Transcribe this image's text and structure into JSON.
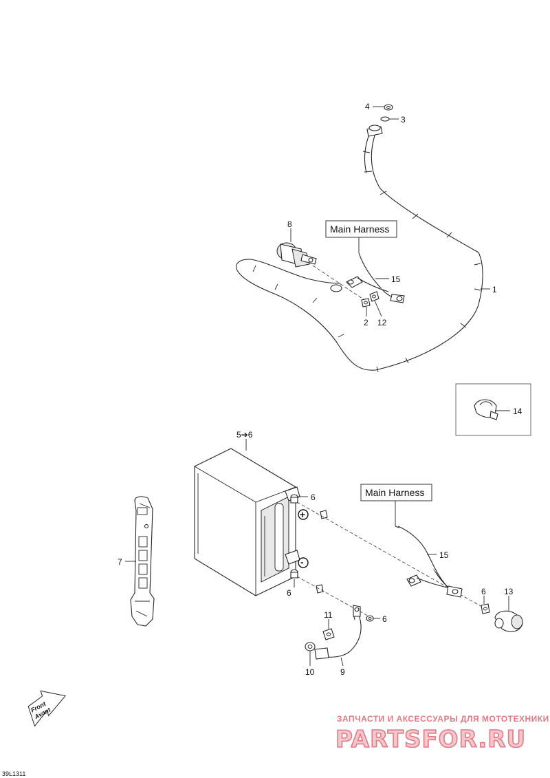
{
  "callouts": {
    "c1": "1",
    "c2": "2",
    "c3": "3",
    "c4": "4",
    "c5_6": "5➔6",
    "c6a": "6",
    "c6b": "6",
    "c6c": "6",
    "c6d": "6",
    "c7": "7",
    "c8": "8",
    "c9": "9",
    "c10": "10",
    "c11": "11",
    "c12": "12",
    "c13": "13",
    "c14": "14",
    "c15a": "15",
    "c15b": "15"
  },
  "harness_label_top": "Main Harness",
  "harness_label_bottom": "Main Harness",
  "polarity_plus": "+",
  "polarity_minus": "-",
  "front_line1": "Front",
  "front_line2": "Avant",
  "watermark_top": "ЗАПЧАСТИ И АКСЕССУАРЫ ДЛЯ МОТОТЕХНИКИ",
  "watermark_main": "PARTSFOR.RU",
  "diagram_code": "39L1311"
}
